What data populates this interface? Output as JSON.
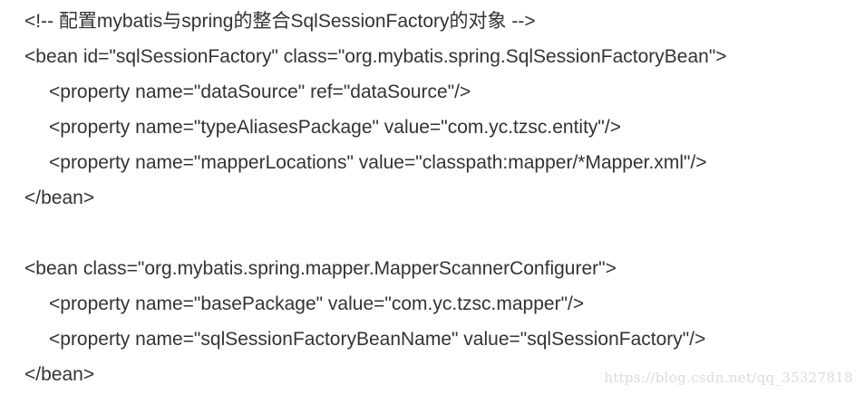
{
  "code_lines": [
    {
      "text": "<!-- 配置mybatis与spring的整合SqlSessionFactory的对象 -->"
    },
    {
      "text": "<bean id=\"sqlSessionFactory\" class=\"org.mybatis.spring.SqlSessionFactoryBean\">"
    },
    {
      "text": "<property name=\"dataSource\" ref=\"dataSource\"/>"
    },
    {
      "text": "<property name=\"typeAliasesPackage\" value=\"com.yc.tzsc.entity\"/>"
    },
    {
      "text": "<property name=\"mapperLocations\" value=\"classpath:mapper/*Mapper.xml\"/>"
    },
    {
      "text": "</bean>"
    },
    {
      "text": ""
    },
    {
      "text": "<bean class=\"org.mybatis.spring.mapper.MapperScannerConfigurer\">"
    },
    {
      "text": "<property name=\"basePackage\" value=\"com.yc.tzsc.mapper\"/>"
    },
    {
      "text": "<property name=\"sqlSessionFactoryBeanName\" value=\"sqlSessionFactory\"/>"
    },
    {
      "text": "</bean>"
    }
  ],
  "watermark": "https://blog.csdn.net/qq_35327818"
}
